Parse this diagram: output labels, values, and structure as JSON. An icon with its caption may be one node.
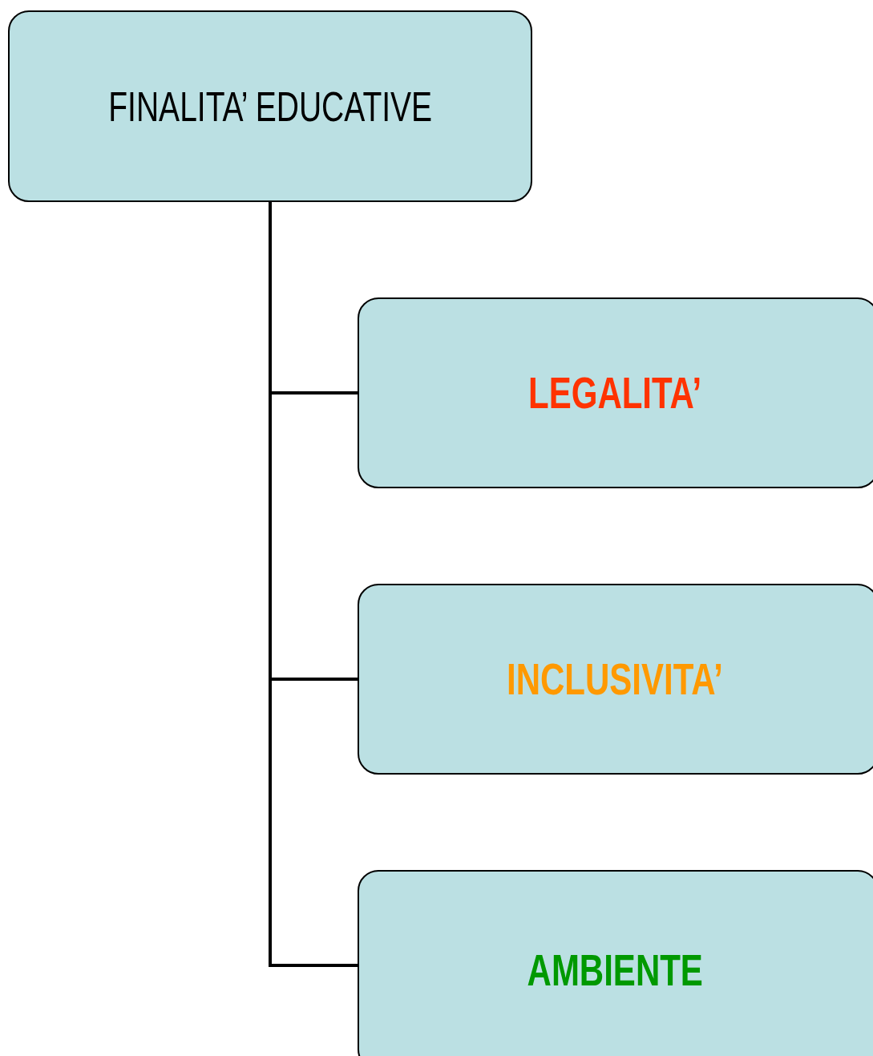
{
  "diagram": {
    "nodes": [
      {
        "text": [
          "FINALITA’ EDUCATIVE"
        ]
      },
      {
        "text": [
          "LEGALITA’"
        ]
      },
      {
        "text": [
          "INCLUSIVITA’"
        ]
      },
      {
        "text": [
          "AMBIENTE"
        ]
      }
    ],
    "edges": [
      {
        "from": 0,
        "to": 1,
        "arrow": "none"
      },
      {
        "from": 0,
        "to": 2,
        "arrow": "none"
      },
      {
        "from": 0,
        "to": 3,
        "arrow": "none"
      }
    ]
  }
}
